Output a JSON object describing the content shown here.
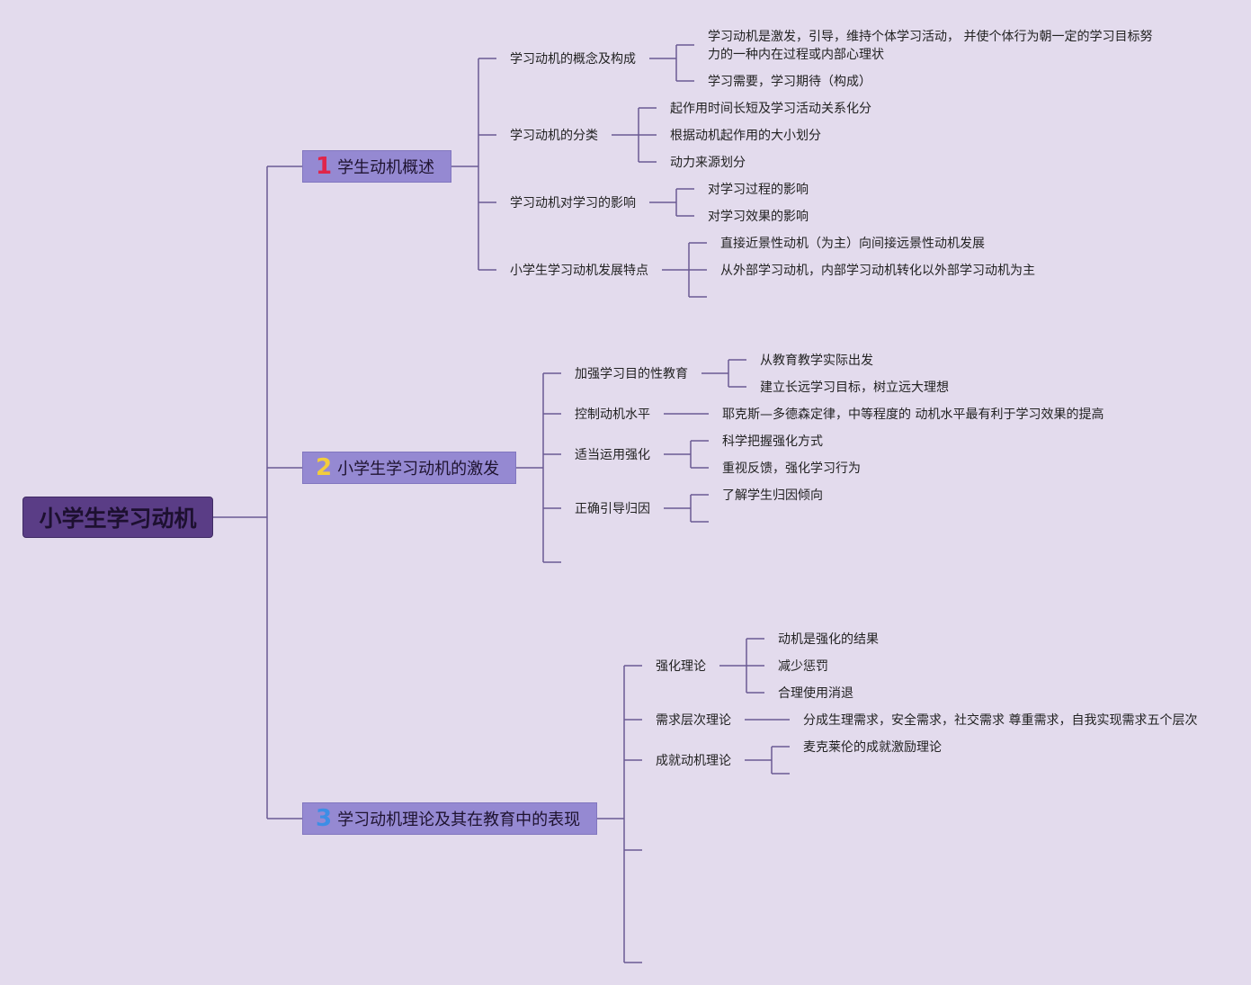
{
  "root": {
    "label": "小学生学习动机"
  },
  "branches": [
    {
      "number": "1",
      "label": "学生动机概述",
      "children": [
        {
          "label": "学习动机的概念及构成",
          "items": [
            "学习动机是激发，引导，维持个体学习活动， 并使个体行为朝一定的学习目标努力的一种内在过程或内部心理状",
            "学习需要，学习期待（构成）"
          ]
        },
        {
          "label": "学习动机的分类",
          "items": [
            "起作用时间长短及学习活动关系化分",
            "根据动机起作用的大小划分",
            "动力来源划分"
          ]
        },
        {
          "label": "学习动机对学习的影响",
          "items": [
            "对学习过程的影响",
            "对学习效果的影响"
          ]
        },
        {
          "label": "小学生学习动机发展特点",
          "items": [
            "直接近景性动机（为主）向间接远景性动机发展",
            "从外部学习动机，内部学习动机转化以外部学习动机为主"
          ]
        }
      ]
    },
    {
      "number": "2",
      "label": "小学生学习动机的激发",
      "children": [
        {
          "label": "加强学习目的性教育",
          "items": [
            "从教育教学实际出发",
            "建立长远学习目标，树立远大理想"
          ]
        },
        {
          "label": "控制动机水平",
          "items": [
            "耶克斯—多德森定律，中等程度的 动机水平最有利于学习效果的提高"
          ]
        },
        {
          "label": "适当运用强化",
          "items": [
            "科学把握强化方式",
            "重视反馈，强化学习行为"
          ]
        },
        {
          "label": "正确引导归因",
          "items": [
            "了解学生归因倾向"
          ]
        }
      ]
    },
    {
      "number": "3",
      "label": "学习动机理论及其在教育中的表现",
      "children": [
        {
          "label": "强化理论",
          "items": [
            "动机是强化的结果",
            "减少惩罚",
            "合理使用消退"
          ]
        },
        {
          "label": "需求层次理论",
          "items": [
            "分成生理需求，安全需求，社交需求 尊重需求，自我实现需求五个层次"
          ]
        },
        {
          "label": "成就动机理论",
          "items": [
            "麦克莱伦的成就激励理论"
          ]
        }
      ]
    }
  ],
  "colors": {
    "background": "#e3dbed",
    "line": "#6b5a93",
    "root_fill": "#5a3d86",
    "main_fill": "#9589d2"
  }
}
